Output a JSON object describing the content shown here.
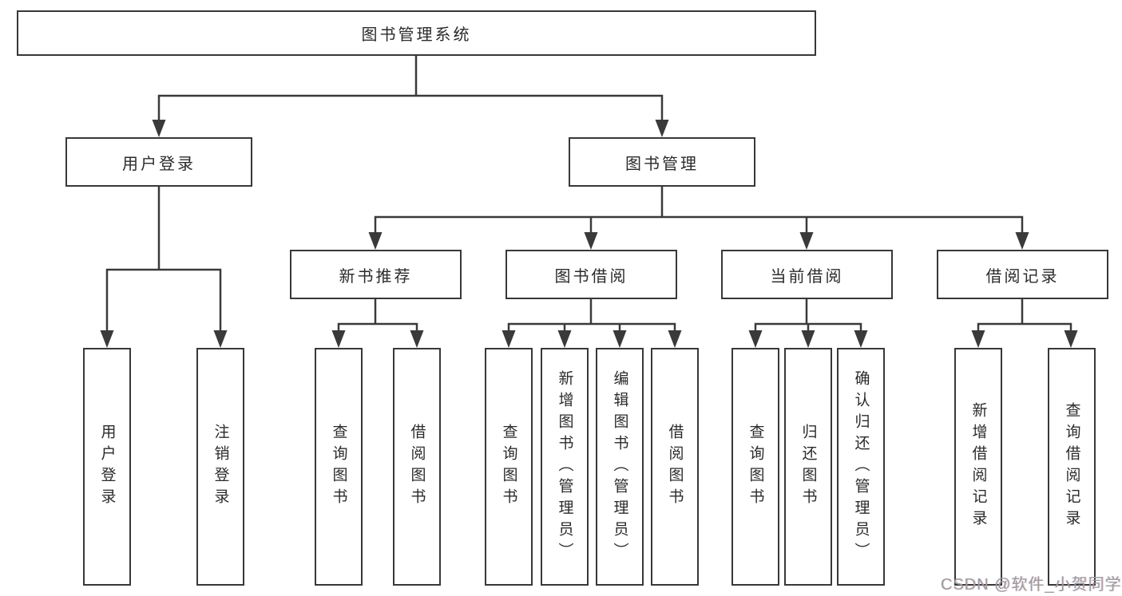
{
  "colors": {
    "background": "#ffffff",
    "line": "#3a3a3a",
    "border": "#383838",
    "text": "#2b2b2b",
    "watermark": "#9c9c9c"
  },
  "root": {
    "label": "图书管理系统"
  },
  "branches": [
    {
      "label": "用户登录"
    },
    {
      "label": "图书管理"
    }
  ],
  "modules": [
    {
      "label": "新书推荐"
    },
    {
      "label": "图书借阅"
    },
    {
      "label": "当前借阅"
    },
    {
      "label": "借阅记录"
    }
  ],
  "leaves": [
    {
      "label": "用户登录"
    },
    {
      "label": "注销登录"
    },
    {
      "label": "查询图书"
    },
    {
      "label": "借阅图书"
    },
    {
      "label": "查询图书"
    },
    {
      "label": "新增图书（管理员）"
    },
    {
      "label": "编辑图书（管理员）"
    },
    {
      "label": "借阅图书"
    },
    {
      "label": "查询图书"
    },
    {
      "label": "归还图书"
    },
    {
      "label": "确认归还（管理员）"
    },
    {
      "label": "新增借阅记录"
    },
    {
      "label": "查询借阅记录"
    }
  ],
  "watermark": {
    "label": "CSDN @软件_小贺同学"
  }
}
